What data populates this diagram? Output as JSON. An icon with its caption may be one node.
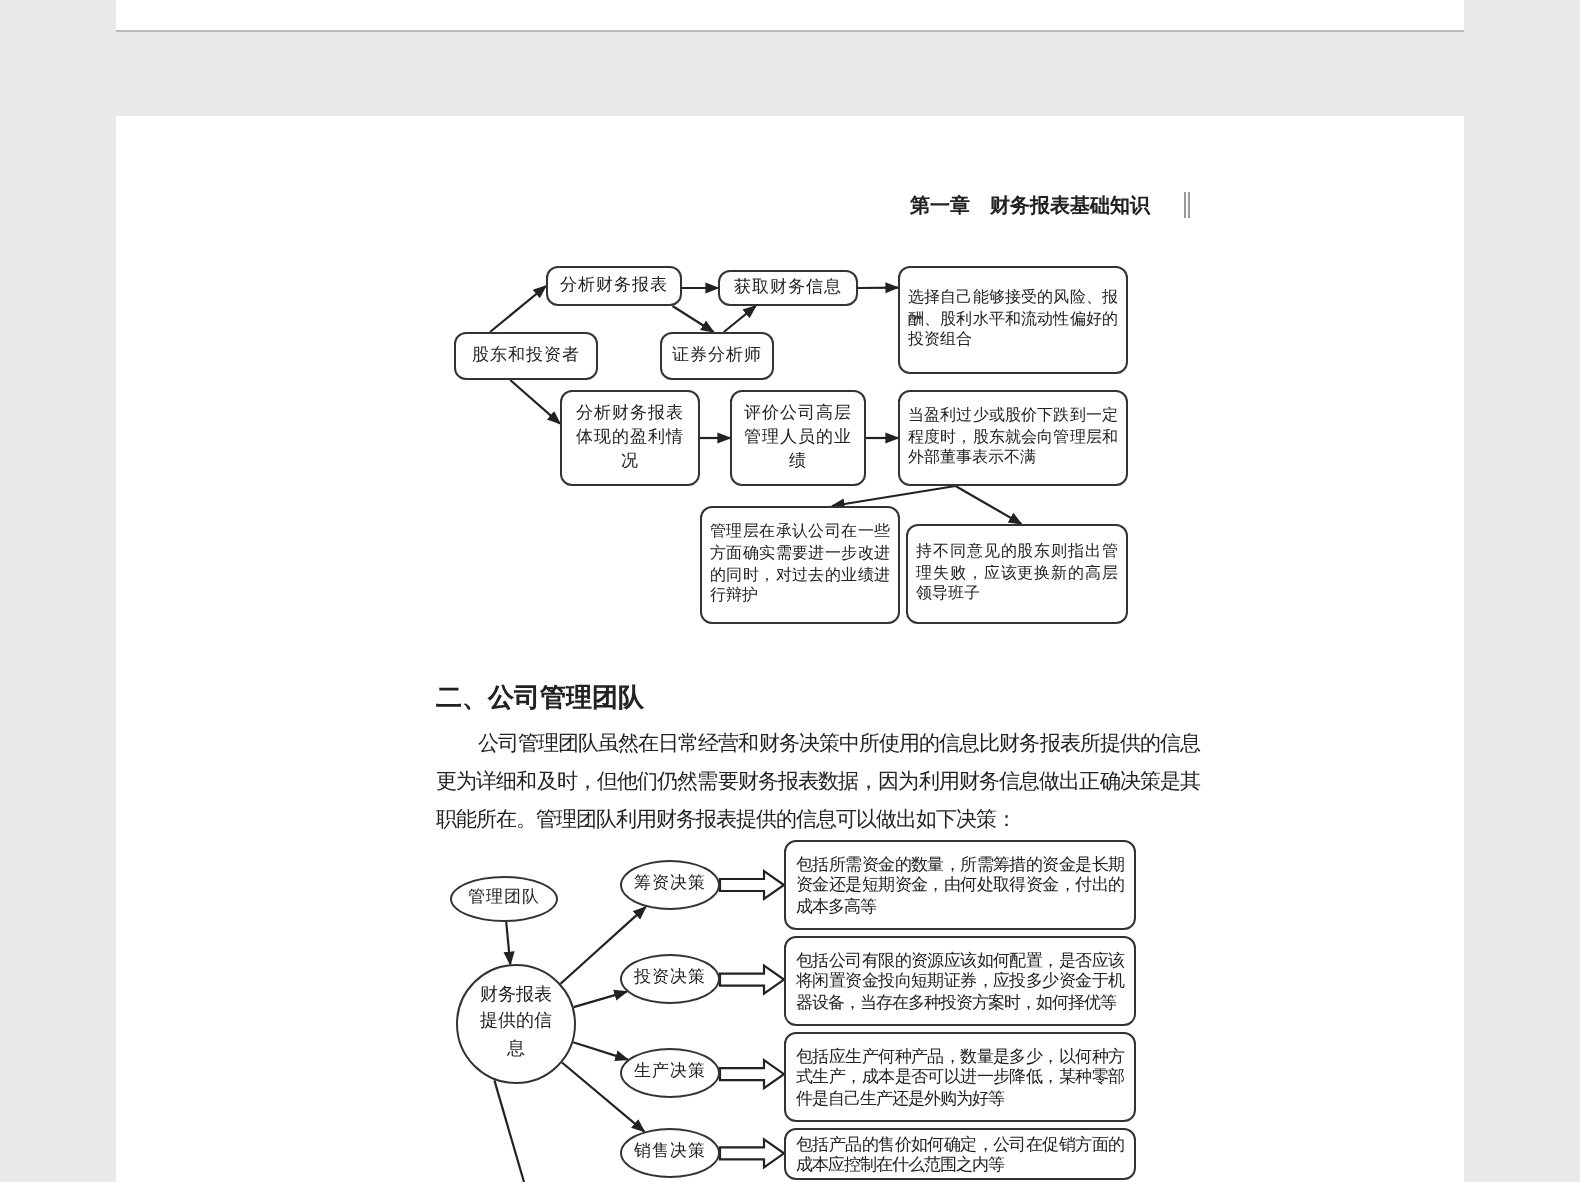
{
  "diagram": {
    "nodes": [
      {
        "text": [
          "股东和投资者"
        ]
      },
      {
        "text": [
          "分析财务报表"
        ]
      },
      {
        "text": [
          "获取财务信息"
        ]
      },
      {
        "text": [
          "证券分析师"
        ]
      },
      {
        "text": [
          "选择自己能够接受的风险、报酬、股利水平和流动性偏好的投资组合"
        ]
      },
      {
        "text": [
          "分析财务报表体现的盈利情况"
        ]
      },
      {
        "text": [
          "评价公司高层管理人员的业绩"
        ]
      },
      {
        "text": [
          "当盈利过少或股价下跌到一定程度时，股东就会向管理层和外部董事表示不满"
        ]
      },
      {
        "text": [
          "管理层在承认公司在一些方面确实需要进一步改进的同时，对过去的业绩进行辩护"
        ]
      },
      {
        "text": [
          "持不同意见的股东则指出管理失败，应该更换新的高层领导班子"
        ]
      },
      {
        "text": [
          "管理团队"
        ]
      },
      {
        "text": [
          "财务报表提供的信息"
        ]
      },
      {
        "text": [
          "筹资决策"
        ]
      },
      {
        "text": [
          "投资决策"
        ]
      },
      {
        "text": [
          "生产决策"
        ]
      },
      {
        "text": [
          "销售决策"
        ]
      },
      {
        "text": [
          "包括所需资金的数量，所需筹措的资金是长期资金还是短期资金，由何处取得资金，付出的成本多高等"
        ]
      },
      {
        "text": [
          "包括公司有限的资源应该如何配置，是否应该将闲置资金投向短期证券，应投多少资金于机器设备，当存在多种投资方案时，如何择优等"
        ]
      },
      {
        "text": [
          "包括应生产何种产品，数量是多少，以何种方式生产，成本是否可以进一步降低，某种零部件是自己生产还是外购为好等"
        ]
      },
      {
        "text": [
          "包括产品的售价如何确定，公司在促销方面的成本应控制在什么范围之内等"
        ]
      }
    ],
    "edges": [
      {
        "from": 0,
        "to": 1,
        "arrow": "to"
      },
      {
        "from": 0,
        "to": 5,
        "arrow": "to"
      },
      {
        "from": 1,
        "to": 2,
        "arrow": "to"
      },
      {
        "from": 1,
        "to": 3,
        "arrow": "to"
      },
      {
        "from": 3,
        "to": 2,
        "arrow": "to"
      },
      {
        "from": 2,
        "to": 4,
        "arrow": "to"
      },
      {
        "from": 5,
        "to": 6,
        "arrow": "to"
      },
      {
        "from": 6,
        "to": 7,
        "arrow": "to"
      },
      {
        "from": 7,
        "to": 8,
        "arrow": "to"
      },
      {
        "from": 7,
        "to": 9,
        "arrow": "to"
      },
      {
        "from": 10,
        "to": 11,
        "arrow": "to"
      },
      {
        "from": 11,
        "to": 12,
        "arrow": "to"
      },
      {
        "from": 11,
        "to": 13,
        "arrow": "to"
      },
      {
        "from": 11,
        "to": 14,
        "arrow": "to"
      },
      {
        "from": 11,
        "to": 15,
        "arrow": "to"
      },
      {
        "from": 11,
        "to": null,
        "arrow": "none"
      },
      {
        "from": 12,
        "to": 16,
        "arrow": "to",
        "style": "thick"
      },
      {
        "from": 13,
        "to": 17,
        "arrow": "to",
        "style": "thick"
      },
      {
        "from": 14,
        "to": 18,
        "arrow": "to",
        "style": "thick"
      },
      {
        "from": 15,
        "to": 19,
        "arrow": "to",
        "style": "thick"
      }
    ],
    "labels": [
      "第一章　财务报表基础知识",
      "二、公司管理团队",
      "公司管理团队虽然在日常经营和财务决策中所使用的信息比财务报表所提供的信息更为详细和及时，但他们仍然需要财务报表数据，因为利用财务信息做出正确决策是其职能所在。管理团队利用财务报表提供的信息可以做出如下决策："
    ]
  }
}
